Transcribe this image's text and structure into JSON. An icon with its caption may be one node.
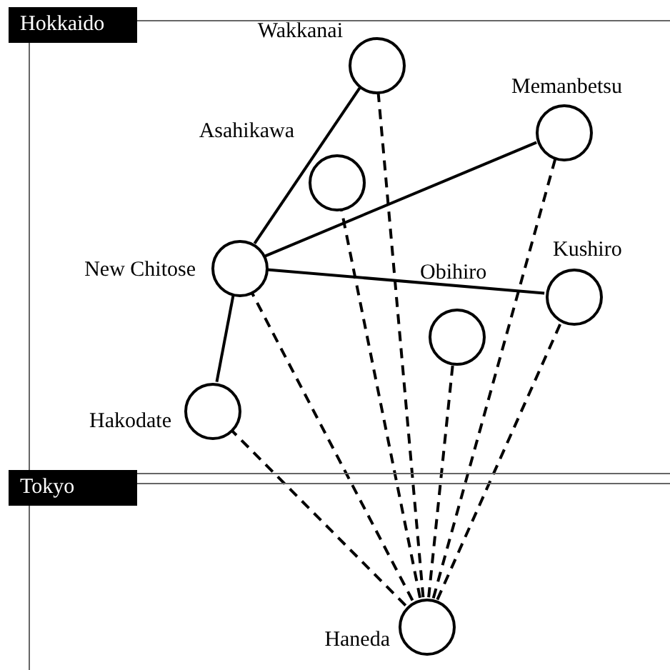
{
  "diagram": {
    "nodes": [
      {
        "text": [
          "Hokkaido"
        ]
      },
      {
        "text": [],
        "shape": "circle",
        "beside": [
          "Wakkanai"
        ],
        "in": 0
      },
      {
        "text": [],
        "shape": "circle",
        "beside": [
          "Asahikawa"
        ],
        "in": 0
      },
      {
        "text": [],
        "shape": "circle",
        "beside": [
          "Memanbetsu"
        ],
        "in": 0
      },
      {
        "text": [],
        "shape": "circle",
        "beside": [
          "New Chitose"
        ],
        "in": 0
      },
      {
        "text": [],
        "shape": "circle",
        "beside": [
          "Obihiro"
        ],
        "in": 0
      },
      {
        "text": [],
        "shape": "circle",
        "beside": [
          "Kushiro"
        ],
        "in": 0
      },
      {
        "text": [],
        "shape": "circle",
        "beside": [
          "Hakodate"
        ],
        "in": 0
      },
      {
        "text": [
          "Tokyo"
        ]
      },
      {
        "text": [],
        "shape": "circle",
        "beside": [
          "Haneda"
        ],
        "in": 8
      }
    ],
    "edges": [
      {
        "from": 1,
        "to": 4,
        "arrow": "none"
      },
      {
        "from": 4,
        "to": 3,
        "arrow": "none"
      },
      {
        "from": 4,
        "to": 6,
        "arrow": "none"
      },
      {
        "from": 4,
        "to": 7,
        "arrow": "none"
      },
      {
        "from": 9,
        "to": 1,
        "arrow": "none",
        "style": "dashed"
      },
      {
        "from": 9,
        "to": 2,
        "arrow": "none",
        "style": "dashed"
      },
      {
        "from": 9,
        "to": 3,
        "arrow": "none",
        "style": "dashed"
      },
      {
        "from": 9,
        "to": 4,
        "arrow": "none",
        "style": "dashed"
      },
      {
        "from": 9,
        "to": 5,
        "arrow": "none",
        "style": "dashed"
      },
      {
        "from": 9,
        "to": 6,
        "arrow": "none",
        "style": "dashed"
      },
      {
        "from": 9,
        "to": 7,
        "arrow": "none",
        "style": "dashed"
      }
    ]
  }
}
